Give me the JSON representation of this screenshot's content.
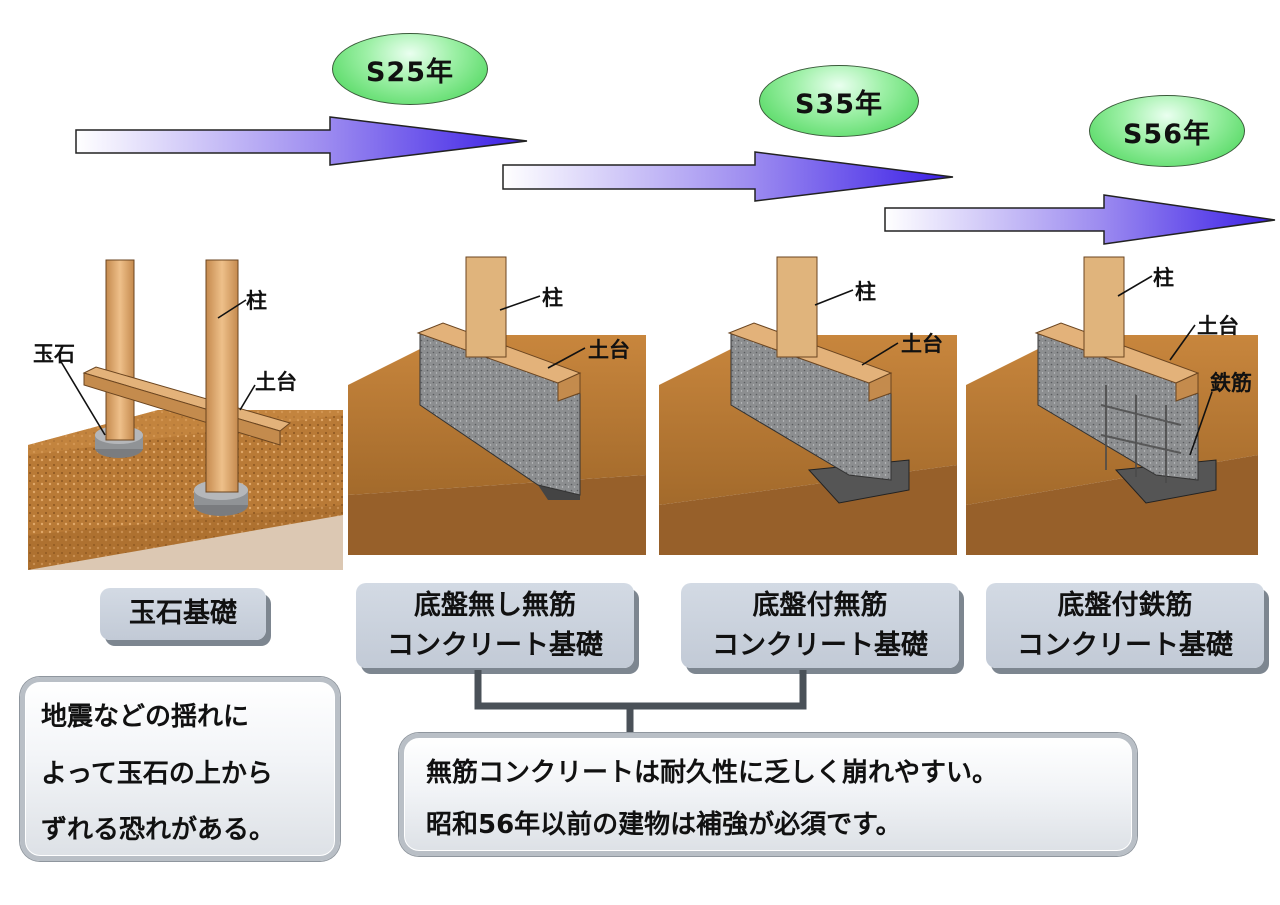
{
  "eras": [
    "S25年",
    "S35年",
    "S56年"
  ],
  "part_labels": {
    "column": "柱",
    "sill": "土台",
    "rebar": "鉄筋",
    "stone": "玉石"
  },
  "foundations": [
    {
      "lines": [
        "玉石基礎"
      ]
    },
    {
      "lines": [
        "底盤無し無筋",
        "コンクリート基礎"
      ]
    },
    {
      "lines": [
        "底盤付無筋",
        "コンクリート基礎"
      ]
    },
    {
      "lines": [
        "底盤付鉄筋",
        "コンクリート基礎"
      ]
    }
  ],
  "notes": {
    "left": [
      "地震などの揺れに",
      "よって玉石の上から",
      "ずれる恐れがある。"
    ],
    "right": [
      "無筋コンクリートは耐久性に乏しく崩れやすい。",
      "昭和56年以前の建物は補強が必須です。"
    ]
  },
  "colors": {
    "arrow_start": "#ffffff",
    "arrow_end": "#3a1ee6",
    "era_fill": "#6fe07a",
    "label_fill": "#cdd4de",
    "soil": "#b9772e",
    "concrete": "#8a8c8e",
    "wood": "#d9a46a"
  }
}
